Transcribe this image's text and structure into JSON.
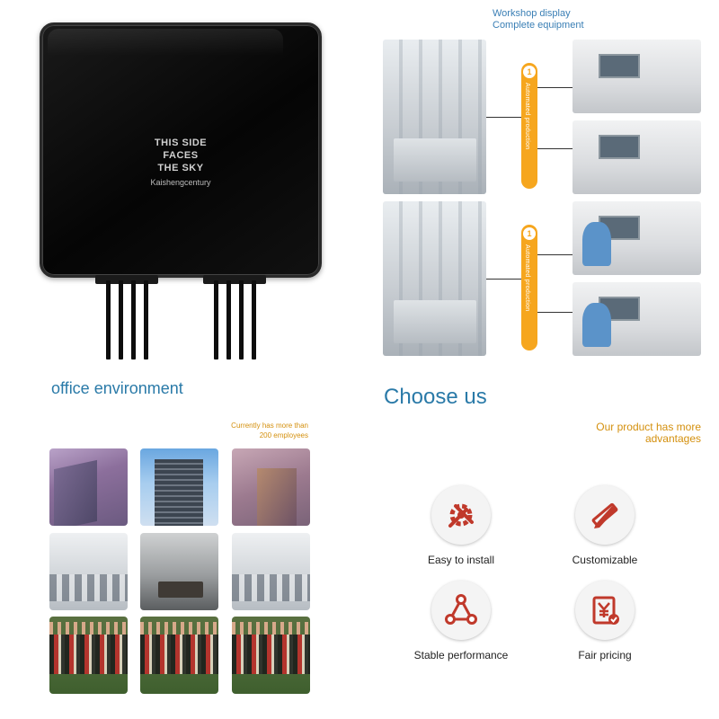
{
  "antenna": {
    "label_lines": [
      "THIS SIDE",
      "FACES",
      "THE SKY"
    ],
    "brand": "Kaishengcentury"
  },
  "workshop": {
    "title_line1": "Workshop display",
    "title_line2": "Complete equipment",
    "badges": [
      {
        "number": "1",
        "text": "Automated production"
      },
      {
        "number": "1",
        "text": "Automated production"
      }
    ]
  },
  "office": {
    "title": "office environment",
    "subtitle_line1": "Currently has more than",
    "subtitle_line2": "200 employees"
  },
  "choose": {
    "title": "Choose us",
    "subtitle_line1": "Our product has more",
    "subtitle_line2": "advantages",
    "features": [
      {
        "label": "Easy to install",
        "icon": "tools-icon"
      },
      {
        "label": "Customizable",
        "icon": "pencil-ruler-icon"
      },
      {
        "label": "Stable performance",
        "icon": "triangle-nodes-icon"
      },
      {
        "label": "Fair pricing",
        "icon": "yen-invoice-icon"
      }
    ],
    "icon_color": "#c0392b"
  }
}
